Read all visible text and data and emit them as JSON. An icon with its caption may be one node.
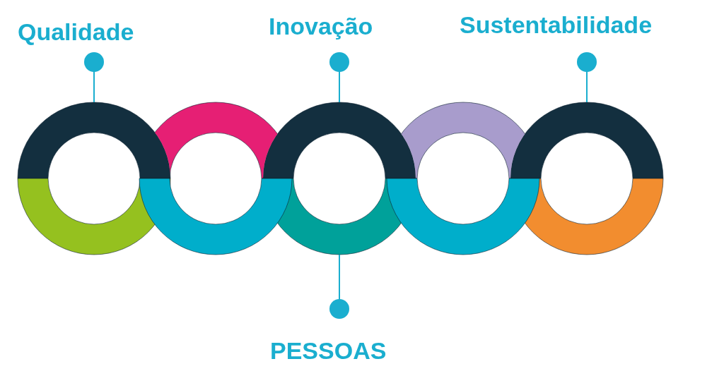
{
  "diagram": {
    "nodes": [
      {
        "text": [
          "Qualidade"
        ]
      },
      {
        "text": [
          "Inovação"
        ]
      },
      {
        "text": [
          "Sustentabilidade"
        ]
      },
      {
        "text": [
          "PESSOAS"
        ]
      },
      {
        "text": [],
        "shape": "circle"
      },
      {
        "text": [],
        "shape": "circle"
      },
      {
        "text": [],
        "shape": "circle"
      },
      {
        "text": [],
        "shape": "circle"
      },
      {
        "text": [],
        "shape": "circle"
      }
    ],
    "edges": [
      {
        "from": 0,
        "to": 4,
        "arrow": "other"
      },
      {
        "from": 1,
        "to": 6,
        "arrow": "other"
      },
      {
        "from": 2,
        "to": 8,
        "arrow": "other"
      },
      {
        "from": 3,
        "to": 6,
        "arrow": "other"
      }
    ]
  }
}
